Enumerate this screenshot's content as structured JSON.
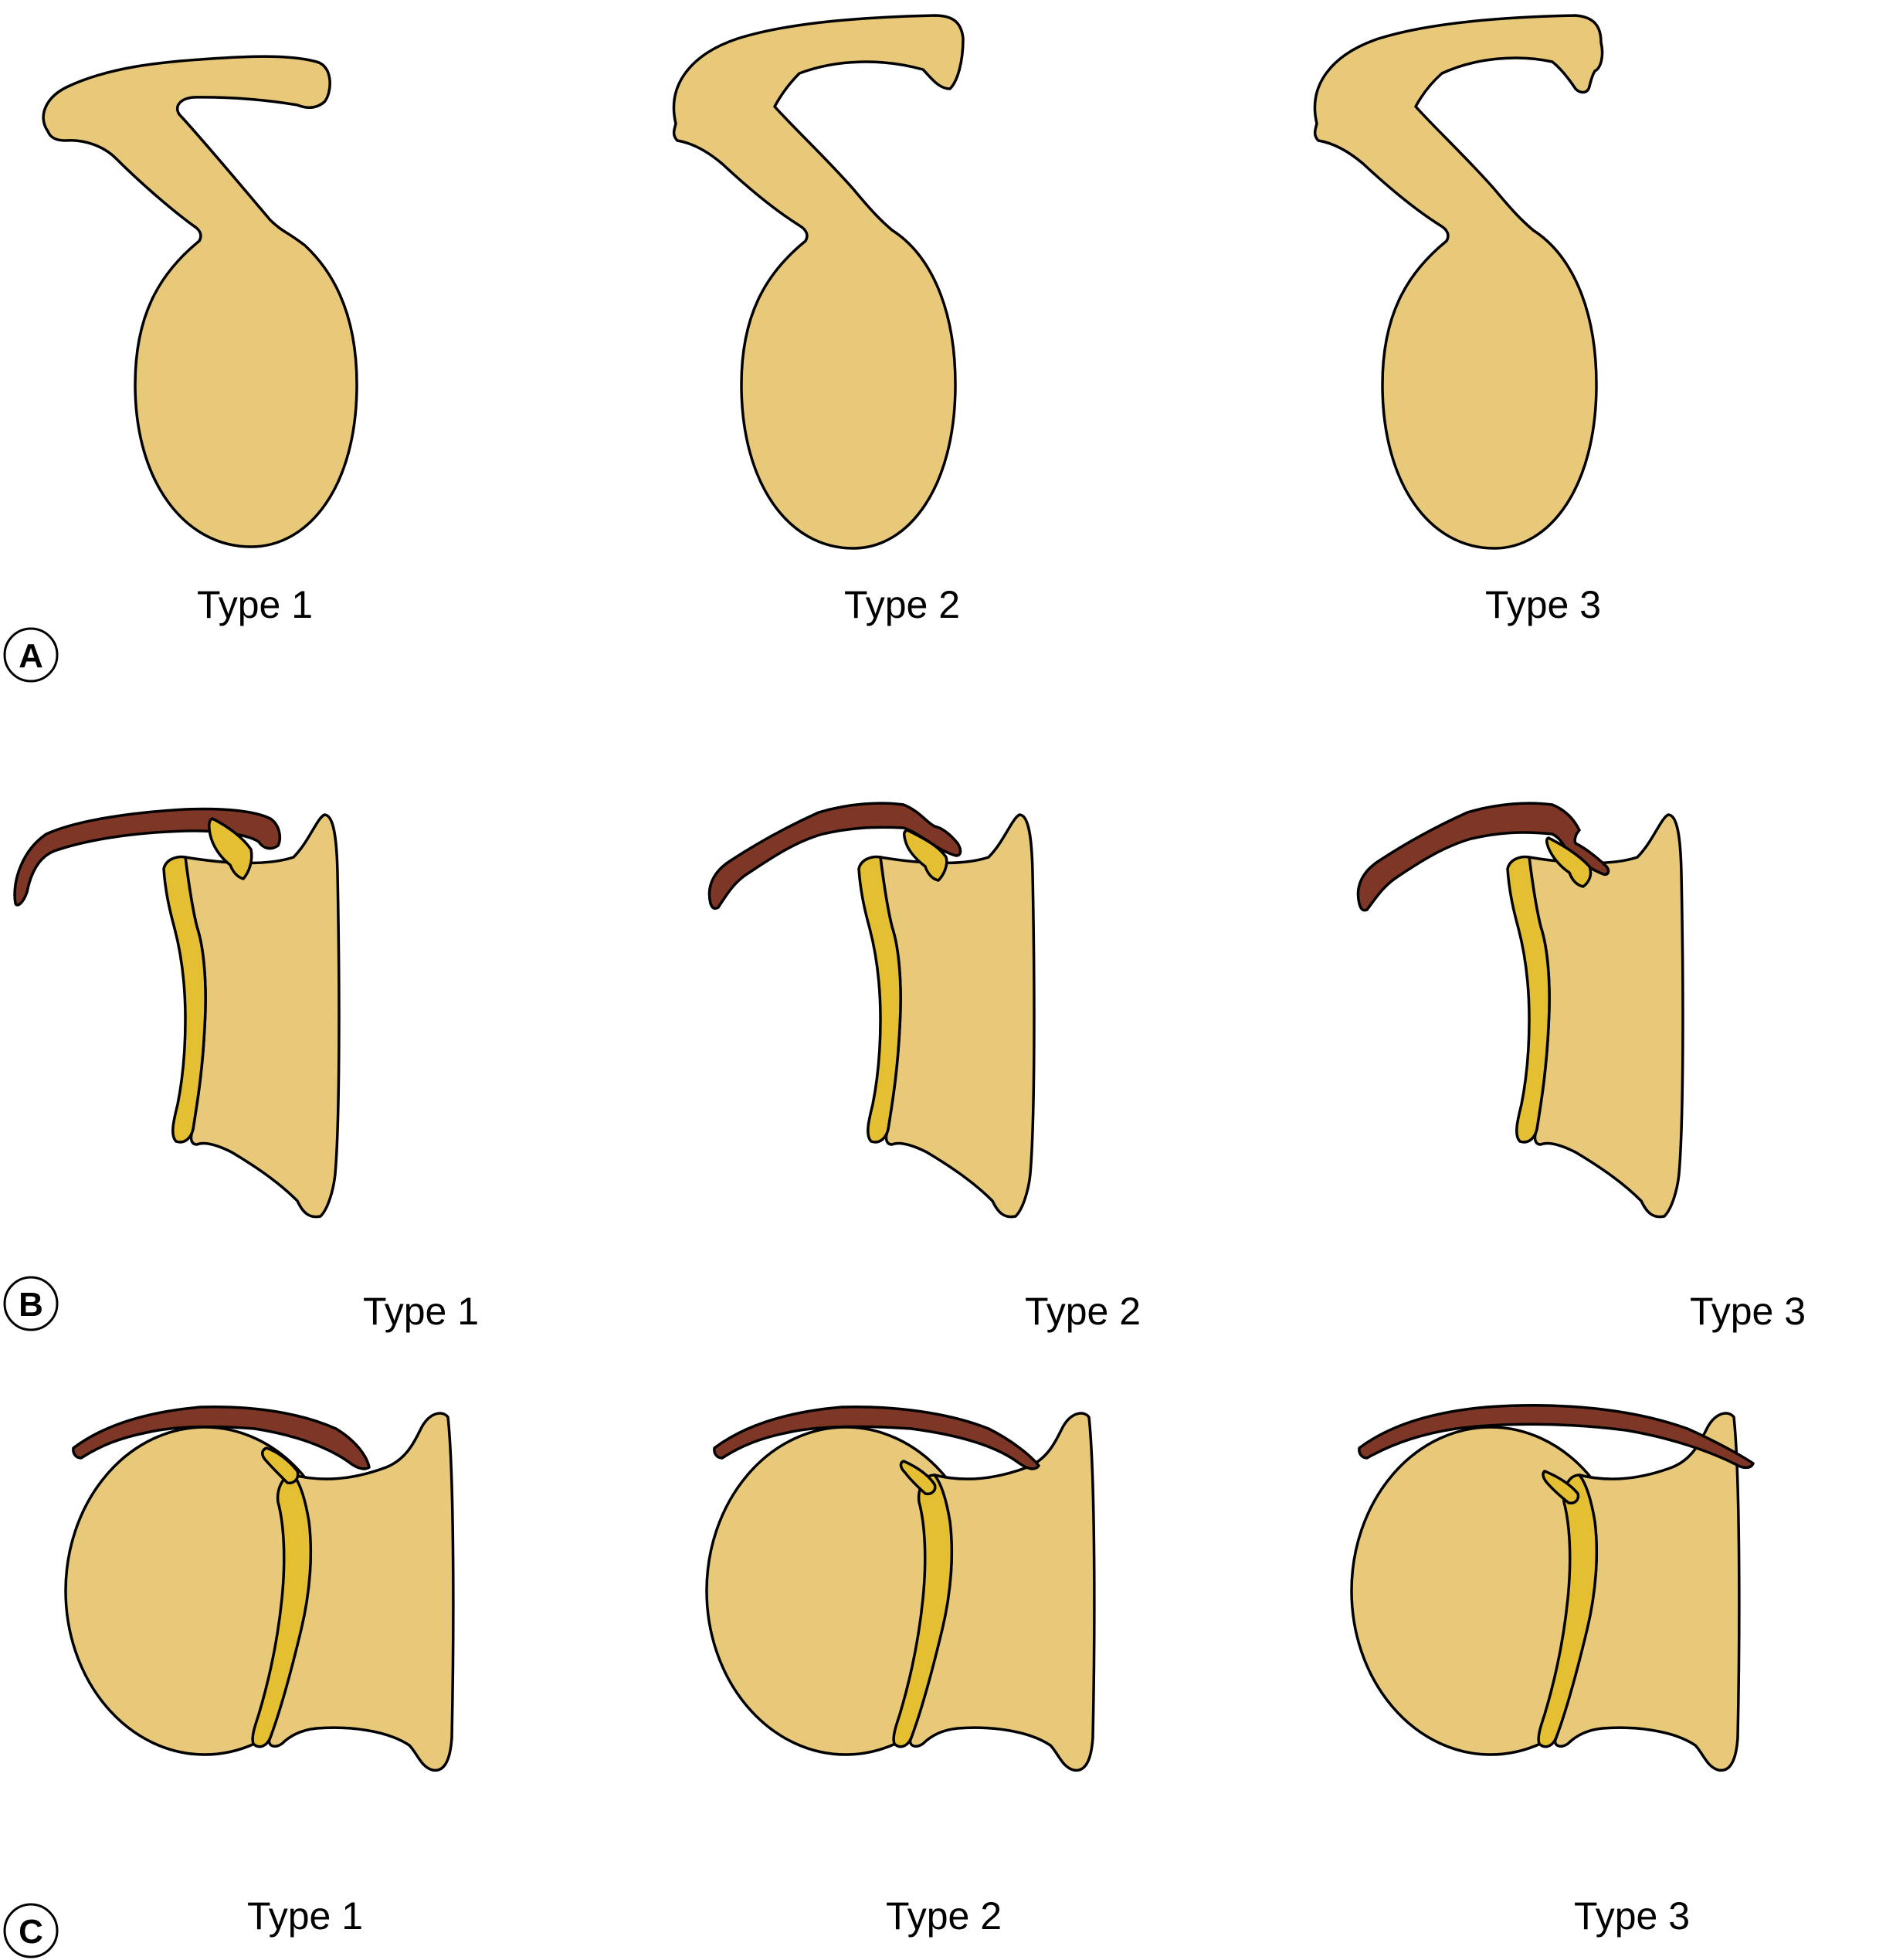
{
  "colors": {
    "bone": "#E8C97A",
    "cartilage": "#E5BF32",
    "ligament": "#7E3626",
    "outline": "#000000",
    "background": "#FFFFFF"
  },
  "panels": [
    {
      "letter": "A",
      "types": [
        "Type 1",
        "Type 2",
        "Type 3"
      ]
    },
    {
      "letter": "B",
      "types": [
        "Type 1",
        "Type 2",
        "Type 3"
      ]
    },
    {
      "letter": "C",
      "types": [
        "Type 1",
        "Type 2",
        "Type 3"
      ]
    }
  ]
}
